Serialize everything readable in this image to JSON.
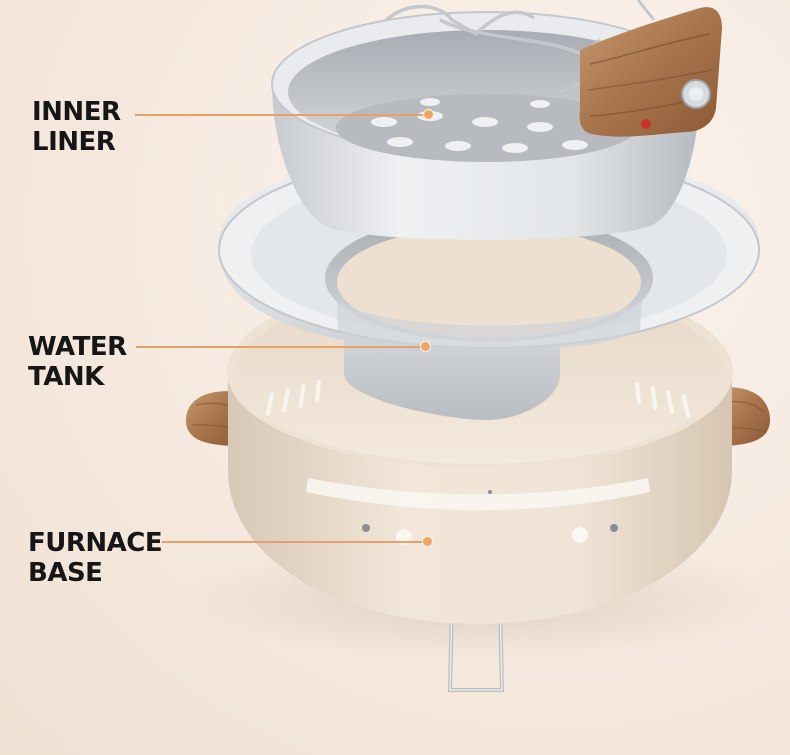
{
  "callouts": [
    {
      "line1": "INNER",
      "line2": "LINER"
    },
    {
      "line1": "WATER",
      "line2": "TANK"
    },
    {
      "line1": "FURNACE",
      "line2": "BASE"
    }
  ],
  "colors": {
    "callout_line": "#e8a06a",
    "callout_dot": "#f0a565",
    "label_text": "#161616",
    "base_body": "#e9dccd",
    "steel": "#c9ccd0",
    "wood": "#a9744a"
  }
}
